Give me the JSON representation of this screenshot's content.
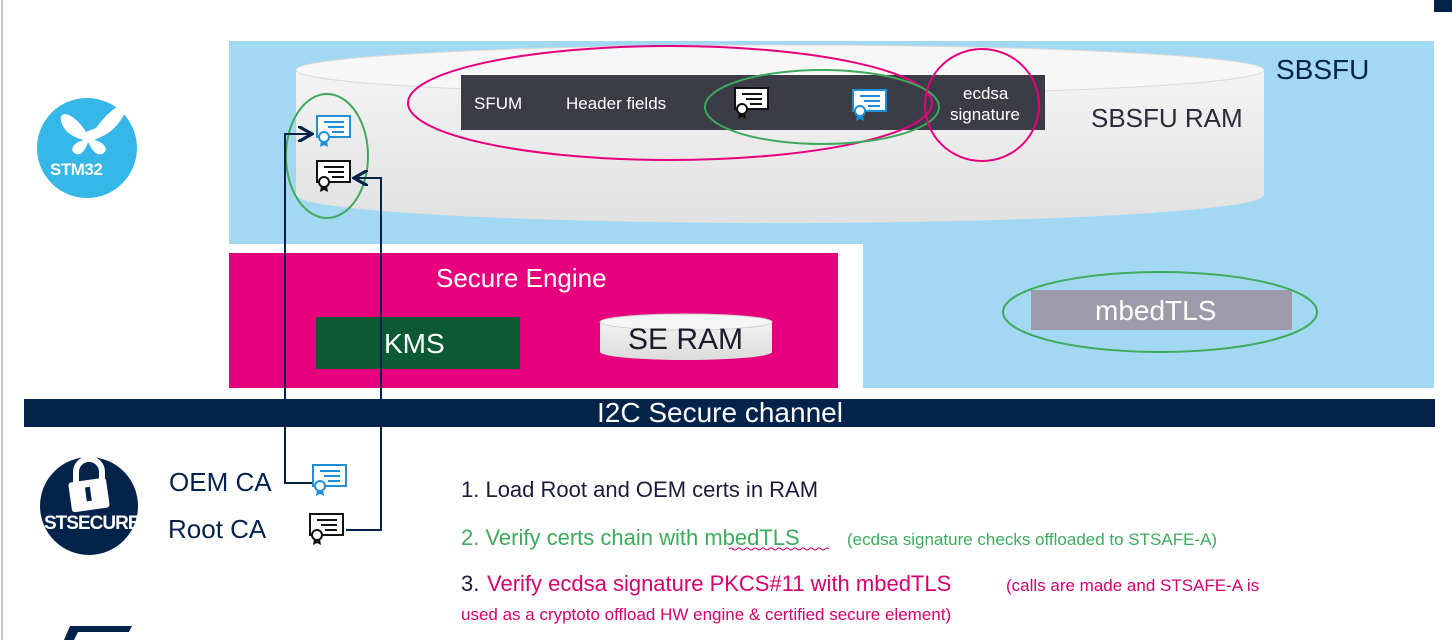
{
  "diagram": {
    "sbsfu": {
      "label": "SBSFU",
      "ram_label": "SBSFU RAM",
      "header_bar": {
        "sfum": "SFUM",
        "header_fields": "Header fields",
        "ecdsa_line1": "ecdsa",
        "ecdsa_line2": "signature"
      }
    },
    "secure_engine": {
      "label": "Secure Engine",
      "kms": "KMS",
      "se_ram": "SE RAM"
    },
    "mbedtls": "mbedTLS",
    "i2c_channel": "I2C Secure channel",
    "stm32_logo": {
      "text": "STM32",
      "icon": "butterfly-icon"
    },
    "stsecure_logo": {
      "text": "STSECURE",
      "icon": "padlock-icon"
    },
    "certs": {
      "oem_ca": "OEM CA",
      "root_ca": "Root CA"
    },
    "steps": {
      "s1": "1. Load Root and OEM certs in RAM",
      "s2_main": "2. Verify certs chain with mbedTLS",
      "s2_note": "(ecdsa signature checks offloaded to STSAFE-A)",
      "s3_num": "3.",
      "s3_main": "Verify ecdsa signature PKCS#11 with mbedTLS",
      "s3_note": "(calls are made and STSAFE-A is",
      "s3_note2": "used as a cryptoto offload HW engine & certified secure element)"
    },
    "colors": {
      "light_blue": "#a3d8f2",
      "magenta": "#e6007e",
      "dark_navy": "#03234b",
      "dark_green": "#0b5a34",
      "grey_bar": "#3c3c46",
      "mbedtls_grey": "#9d9ba9",
      "green_ellipse": "#3daa5c",
      "step_green": "#3daa5c",
      "step_magenta": "#d4006f"
    }
  }
}
